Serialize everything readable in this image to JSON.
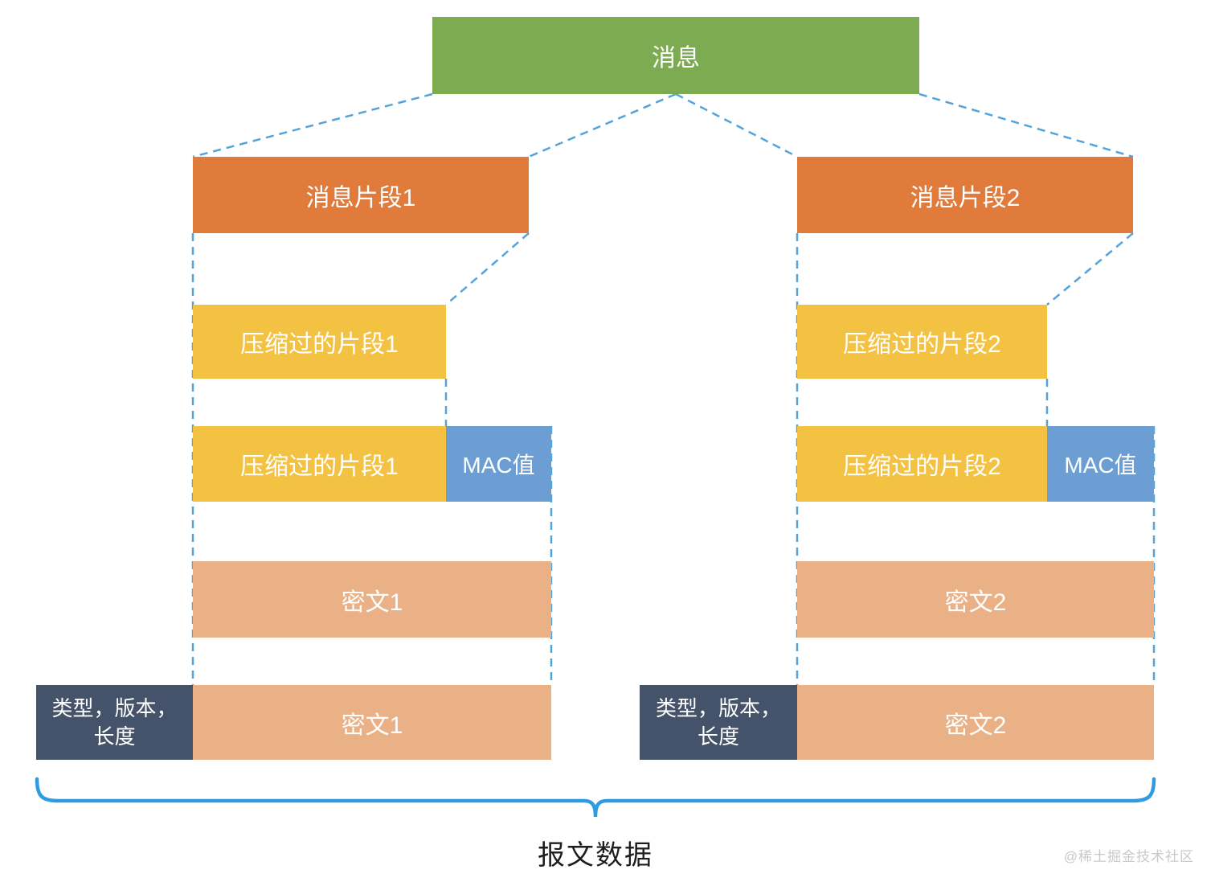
{
  "diagram": {
    "message_label": "消息",
    "columns": [
      {
        "fragment_label": "消息片段1",
        "compressed_label": "压缩过的片段1",
        "mac_label": "MAC值",
        "cipher_label": "密文1",
        "header_lines": [
          "类型，版本，",
          "长度"
        ]
      },
      {
        "fragment_label": "消息片段2",
        "compressed_label": "压缩过的片段2",
        "mac_label": "MAC值",
        "cipher_label": "密文2",
        "header_lines": [
          "类型，版本，",
          "长度"
        ]
      }
    ],
    "bracket_label": "报文数据",
    "watermark": "@稀土掘金技术社区",
    "colors": {
      "message_green": "#7cab51",
      "fragment_orange": "#e07b3b",
      "compressed_yellow": "#f4c243",
      "mac_blue": "#6c9dd3",
      "cipher_salmon": "#e9b185",
      "header_dark": "#44536a",
      "connector_dash_blue": "#54a3db",
      "brace_blue": "#2f9be0",
      "label_text": "#ffffff",
      "bracket_label_text": "#1e1e1e",
      "watermark_text": "#c9c9c9"
    }
  }
}
